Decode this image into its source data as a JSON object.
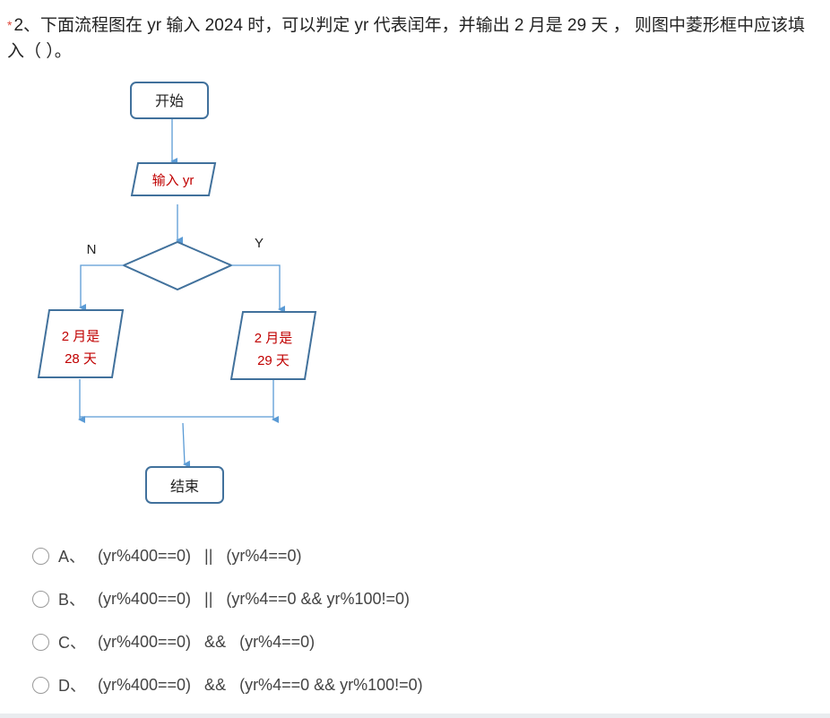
{
  "question": {
    "required_mark": "*",
    "text": "2、下面流程图在 yr 输入 2024 时，可以判定 yr 代表闰年，并输出 2 月是 29 天 ， 则图中菱形框中应该填入（ ）。"
  },
  "flowchart": {
    "start": "开始",
    "input": "输入 yr",
    "no_label": "N",
    "yes_label": "Y",
    "left_line1": "2 月是",
    "left_line2": "28 天",
    "right_line1": "2 月是",
    "right_line2": "29 天",
    "end": "结束"
  },
  "options": [
    {
      "letter": "A、",
      "text": "(yr%400==0)   ||   (yr%4==0)"
    },
    {
      "letter": "B、",
      "text": "(yr%400==0)   ||   (yr%4==0 && yr%100!=0)"
    },
    {
      "letter": "C、",
      "text": "(yr%400==0)   &&   (yr%4==0)"
    },
    {
      "letter": "D、",
      "text": "(yr%400==0)   &&   (yr%4==0 && yr%100!=0)"
    }
  ],
  "colors": {
    "box_stroke": "#41719c",
    "arrow": "#5b9bd5",
    "red_text": "#c00000"
  }
}
